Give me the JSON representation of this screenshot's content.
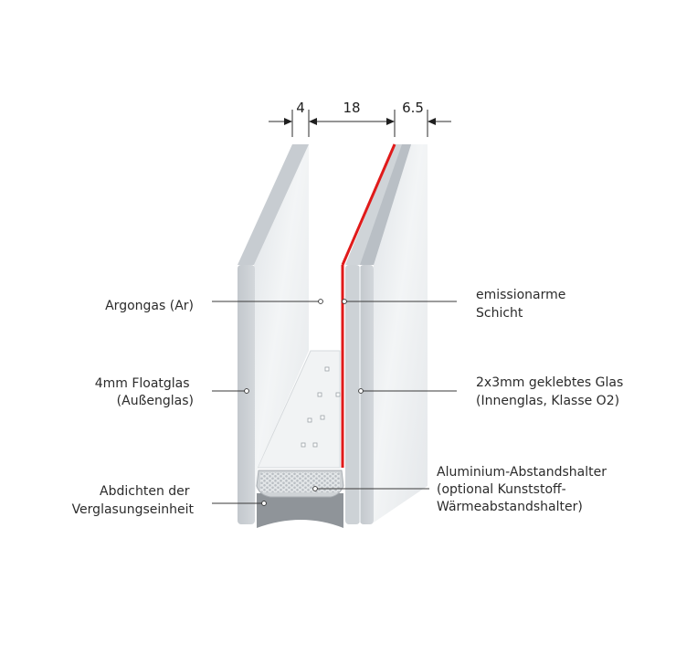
{
  "dimensions": {
    "outer_glass": "4",
    "gap": "18",
    "inner_glass": "6.5"
  },
  "labels": {
    "argon": [
      "Argongas (Ar)"
    ],
    "float_glass": [
      "4mm Floatglas",
      "(Außenglas)"
    ],
    "sealing": [
      "Abdichten der",
      "Verglasungseinheit"
    ],
    "low_e": [
      "emissionarme",
      "Schicht"
    ],
    "laminated": [
      "2x3mm geklebtes Glas",
      "(Innenglas, Klasse O2)"
    ],
    "spacer": [
      "Aluminium-Abstandshalter",
      "(optional Kunststoff-",
      "Wärmeabstandshalter)"
    ]
  },
  "colors": {
    "glass_edge": "#c9ced3",
    "glass_face": "#e9ecef",
    "low_e_coating": "#e01a1a",
    "sealant": "#8f9499",
    "spacer": "#d7dadc"
  }
}
